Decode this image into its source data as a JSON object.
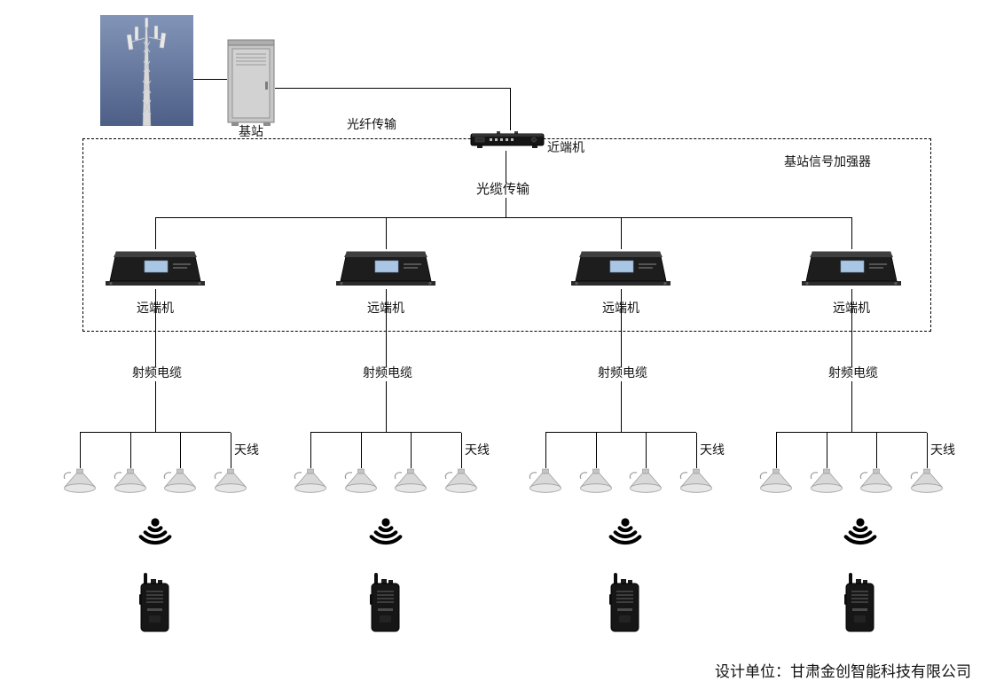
{
  "colors": {
    "line": "#000000",
    "dashed_border": "#000000",
    "remote_label_plate": "#a9c6e4",
    "sky_top": "#8294b7",
    "sky_bottom": "#4d5f87",
    "device_body": "#1a1a1a"
  },
  "icons": {
    "tower": "cell-tower-photo",
    "cabinet": "outdoor-cabinet",
    "near_end_device": "near-end-unit-device",
    "remote_device": "remote-unit-device",
    "ceiling_antenna": "ceiling-antenna",
    "signal": "wireless-signal",
    "radio": "walkie-talkie"
  },
  "source": {
    "base_station_label": "基站"
  },
  "links": {
    "fiber_label": "光纤传输",
    "optical_label": "光缆传输"
  },
  "near_end": {
    "label": "近端机"
  },
  "booster": {
    "label": "基站信号加强器"
  },
  "branches": [
    {
      "remote_label": "远端机",
      "rf_cable_label": "射频电缆",
      "antenna_label": "天线"
    },
    {
      "remote_label": "远端机",
      "rf_cable_label": "射频电缆",
      "antenna_label": "天线"
    },
    {
      "remote_label": "远端机",
      "rf_cable_label": "射频电缆",
      "antenna_label": "天线"
    },
    {
      "remote_label": "远端机",
      "rf_cable_label": "射频电缆",
      "antenna_label": "天线"
    }
  ],
  "footer": {
    "designer": "设计单位：甘肃金创智能科技有限公司"
  }
}
